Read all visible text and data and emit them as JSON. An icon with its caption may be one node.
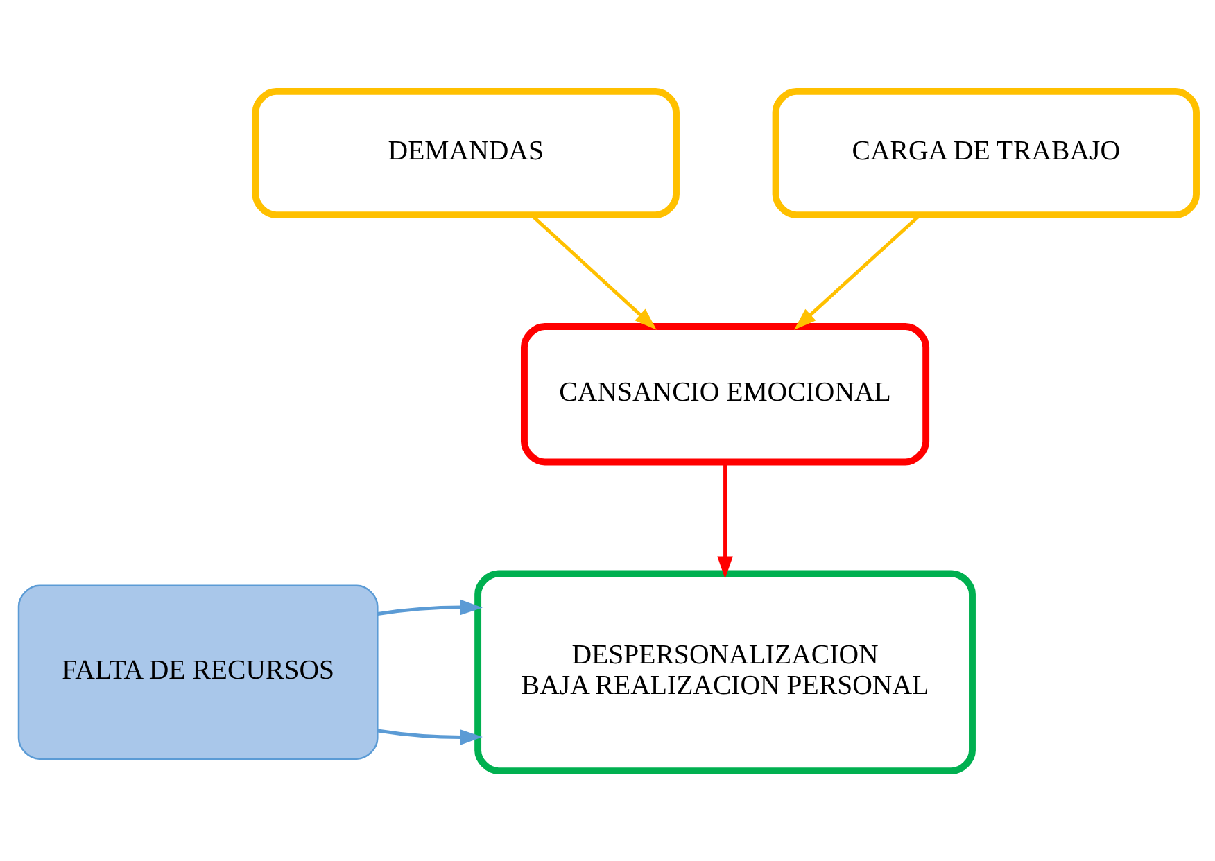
{
  "diagram": {
    "nodes": [
      {
        "text": [
          "DEMANDAS"
        ]
      },
      {
        "text": [
          "CARGA DE TRABAJO"
        ]
      },
      {
        "text": [
          "CANSANCIO EMOCIONAL"
        ]
      },
      {
        "text": [
          "FALTA DE RECURSOS"
        ]
      },
      {
        "text": [
          "DESPERSONALIZACION",
          "BAJA REALIZACION PERSONAL"
        ]
      }
    ],
    "edges": [
      {
        "from": 0,
        "to": 2,
        "arrow": "to",
        "color": "#ffc000"
      },
      {
        "from": 1,
        "to": 2,
        "arrow": "to",
        "color": "#ffc000"
      },
      {
        "from": 2,
        "to": 4,
        "arrow": "to",
        "color": "#ff0000"
      },
      {
        "from": 3,
        "to": 4,
        "arrow": "to",
        "color": "#5b9bd5"
      },
      {
        "from": 3,
        "to": 4,
        "arrow": "to",
        "color": "#5b9bd5"
      }
    ]
  }
}
